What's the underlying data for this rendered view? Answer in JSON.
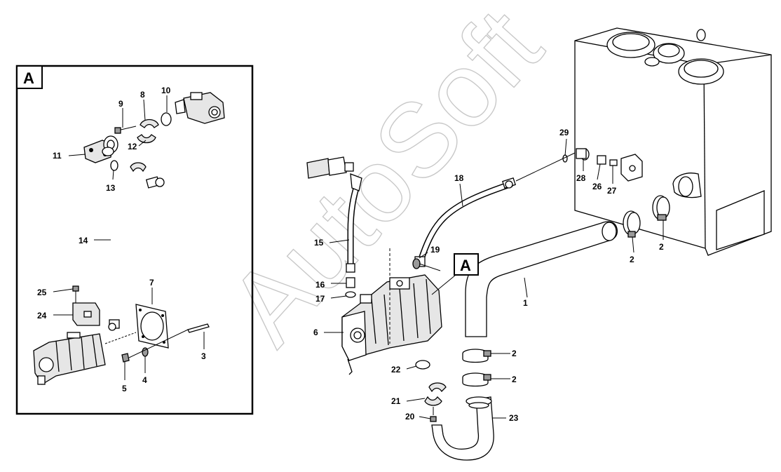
{
  "inset": {
    "letter": "A"
  },
  "callout": {
    "letter": "A"
  },
  "watermark": "AutoSoft",
  "inset_labels": {
    "l3": "3",
    "l4": "4",
    "l5": "5",
    "l7": "7",
    "l8": "8",
    "l9": "9",
    "l10": "10",
    "l11": "11",
    "l12": "12",
    "l13": "13",
    "l14": "14",
    "l24": "24",
    "l25": "25"
  },
  "main_labels": {
    "l1": "1",
    "l2a": "2",
    "l2b": "2",
    "l2c": "2",
    "l2d": "2",
    "l6": "6",
    "l15": "15",
    "l16": "16",
    "l17": "17",
    "l18": "18",
    "l19": "19",
    "l20": "20",
    "l21": "21",
    "l22": "22",
    "l23": "23",
    "l26": "26",
    "l27": "27",
    "l28": "28",
    "l29": "29"
  }
}
